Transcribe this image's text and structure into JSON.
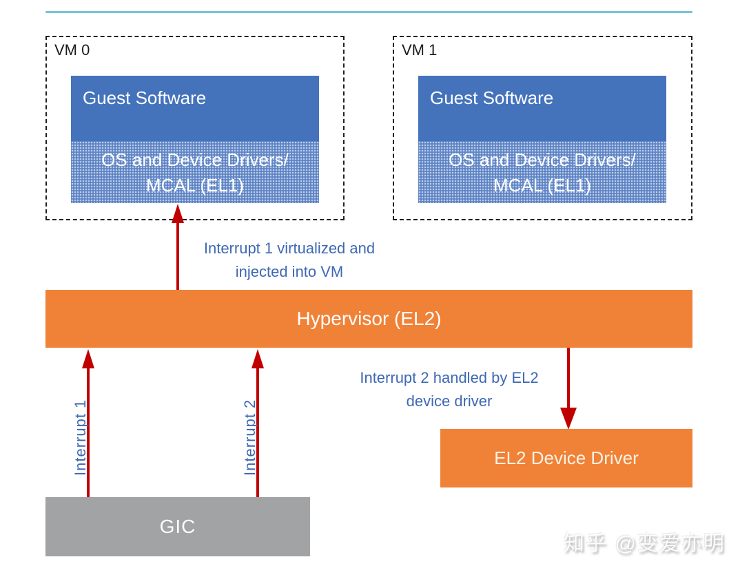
{
  "vms": [
    {
      "label": "VM 0",
      "guest": "Guest Software",
      "os_line1": "OS and Device Drivers/",
      "os_line2": "MCAL (EL1)"
    },
    {
      "label": "VM 1",
      "guest": "Guest Software",
      "os_line1": "OS and Device Drivers/",
      "os_line2": "MCAL (EL1)"
    }
  ],
  "hypervisor": {
    "label": "Hypervisor (EL2)"
  },
  "el2_driver": {
    "label": "EL2 Device Driver"
  },
  "gic": {
    "label": "GIC"
  },
  "annotations": {
    "int1_virtualized_line1": "Interrupt 1 virtualized and",
    "int1_virtualized_line2": "injected into VM",
    "int2_handled_line1": "Interrupt 2 handled by EL2",
    "int2_handled_line2": "device driver",
    "interrupt1": "Interrupt 1",
    "interrupt2": "Interrupt 2"
  },
  "watermark": {
    "text": "知乎 @变爱亦明"
  },
  "colors": {
    "blue": "#4473BC",
    "blue-pattern": "#5B82C4",
    "orange": "#F08238",
    "gray": "#A1A3A5",
    "red": "#C00000",
    "text-blue": "#3E68B4",
    "teal": "#7AC3D6"
  }
}
